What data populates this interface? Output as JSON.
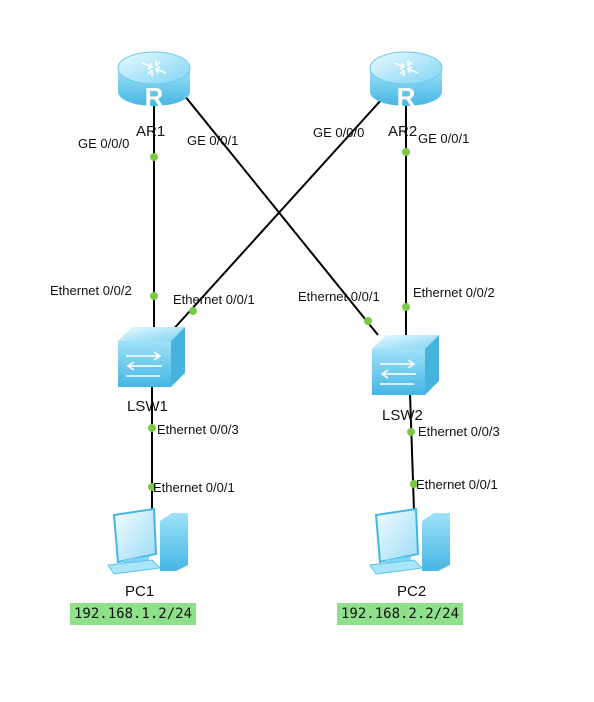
{
  "devices": {
    "ar1": {
      "name": "AR1",
      "icon": "router-icon"
    },
    "ar2": {
      "name": "AR2",
      "icon": "router-icon"
    },
    "lsw1": {
      "name": "LSW1",
      "icon": "switch-icon"
    },
    "lsw2": {
      "name": "LSW2",
      "icon": "switch-icon"
    },
    "pc1": {
      "name": "PC1",
      "icon": "pc-icon",
      "ip": "192.168.1.2/24"
    },
    "pc2": {
      "name": "PC2",
      "icon": "pc-icon",
      "ip": "192.168.2.2/24"
    }
  },
  "links": [
    {
      "from": "AR1",
      "from_port": "GE 0/0/0",
      "to": "LSW1",
      "to_port": "Ethernet 0/0/2"
    },
    {
      "from": "AR1",
      "from_port": "GE 0/0/1",
      "to": "LSW2",
      "to_port": "Ethernet 0/0/1"
    },
    {
      "from": "AR2",
      "from_port": "GE 0/0/0",
      "to": "LSW1",
      "to_port": "Ethernet 0/0/1"
    },
    {
      "from": "AR2",
      "from_port": "GE 0/0/1",
      "to": "LSW2",
      "to_port": "Ethernet 0/0/2"
    },
    {
      "from": "LSW1",
      "from_port": "Ethernet 0/0/3",
      "to": "PC1",
      "to_port": "Ethernet 0/0/1"
    },
    {
      "from": "LSW2",
      "from_port": "Ethernet 0/0/3",
      "to": "PC2",
      "to_port": "Ethernet 0/0/1"
    }
  ],
  "colors": {
    "link": "#000000",
    "port_dot": "#7ac943",
    "ip_highlight": "#8ee08a",
    "device_light": "#dff6ff",
    "device_mid": "#8fdaf6",
    "device_dark": "#4cbbe6"
  }
}
